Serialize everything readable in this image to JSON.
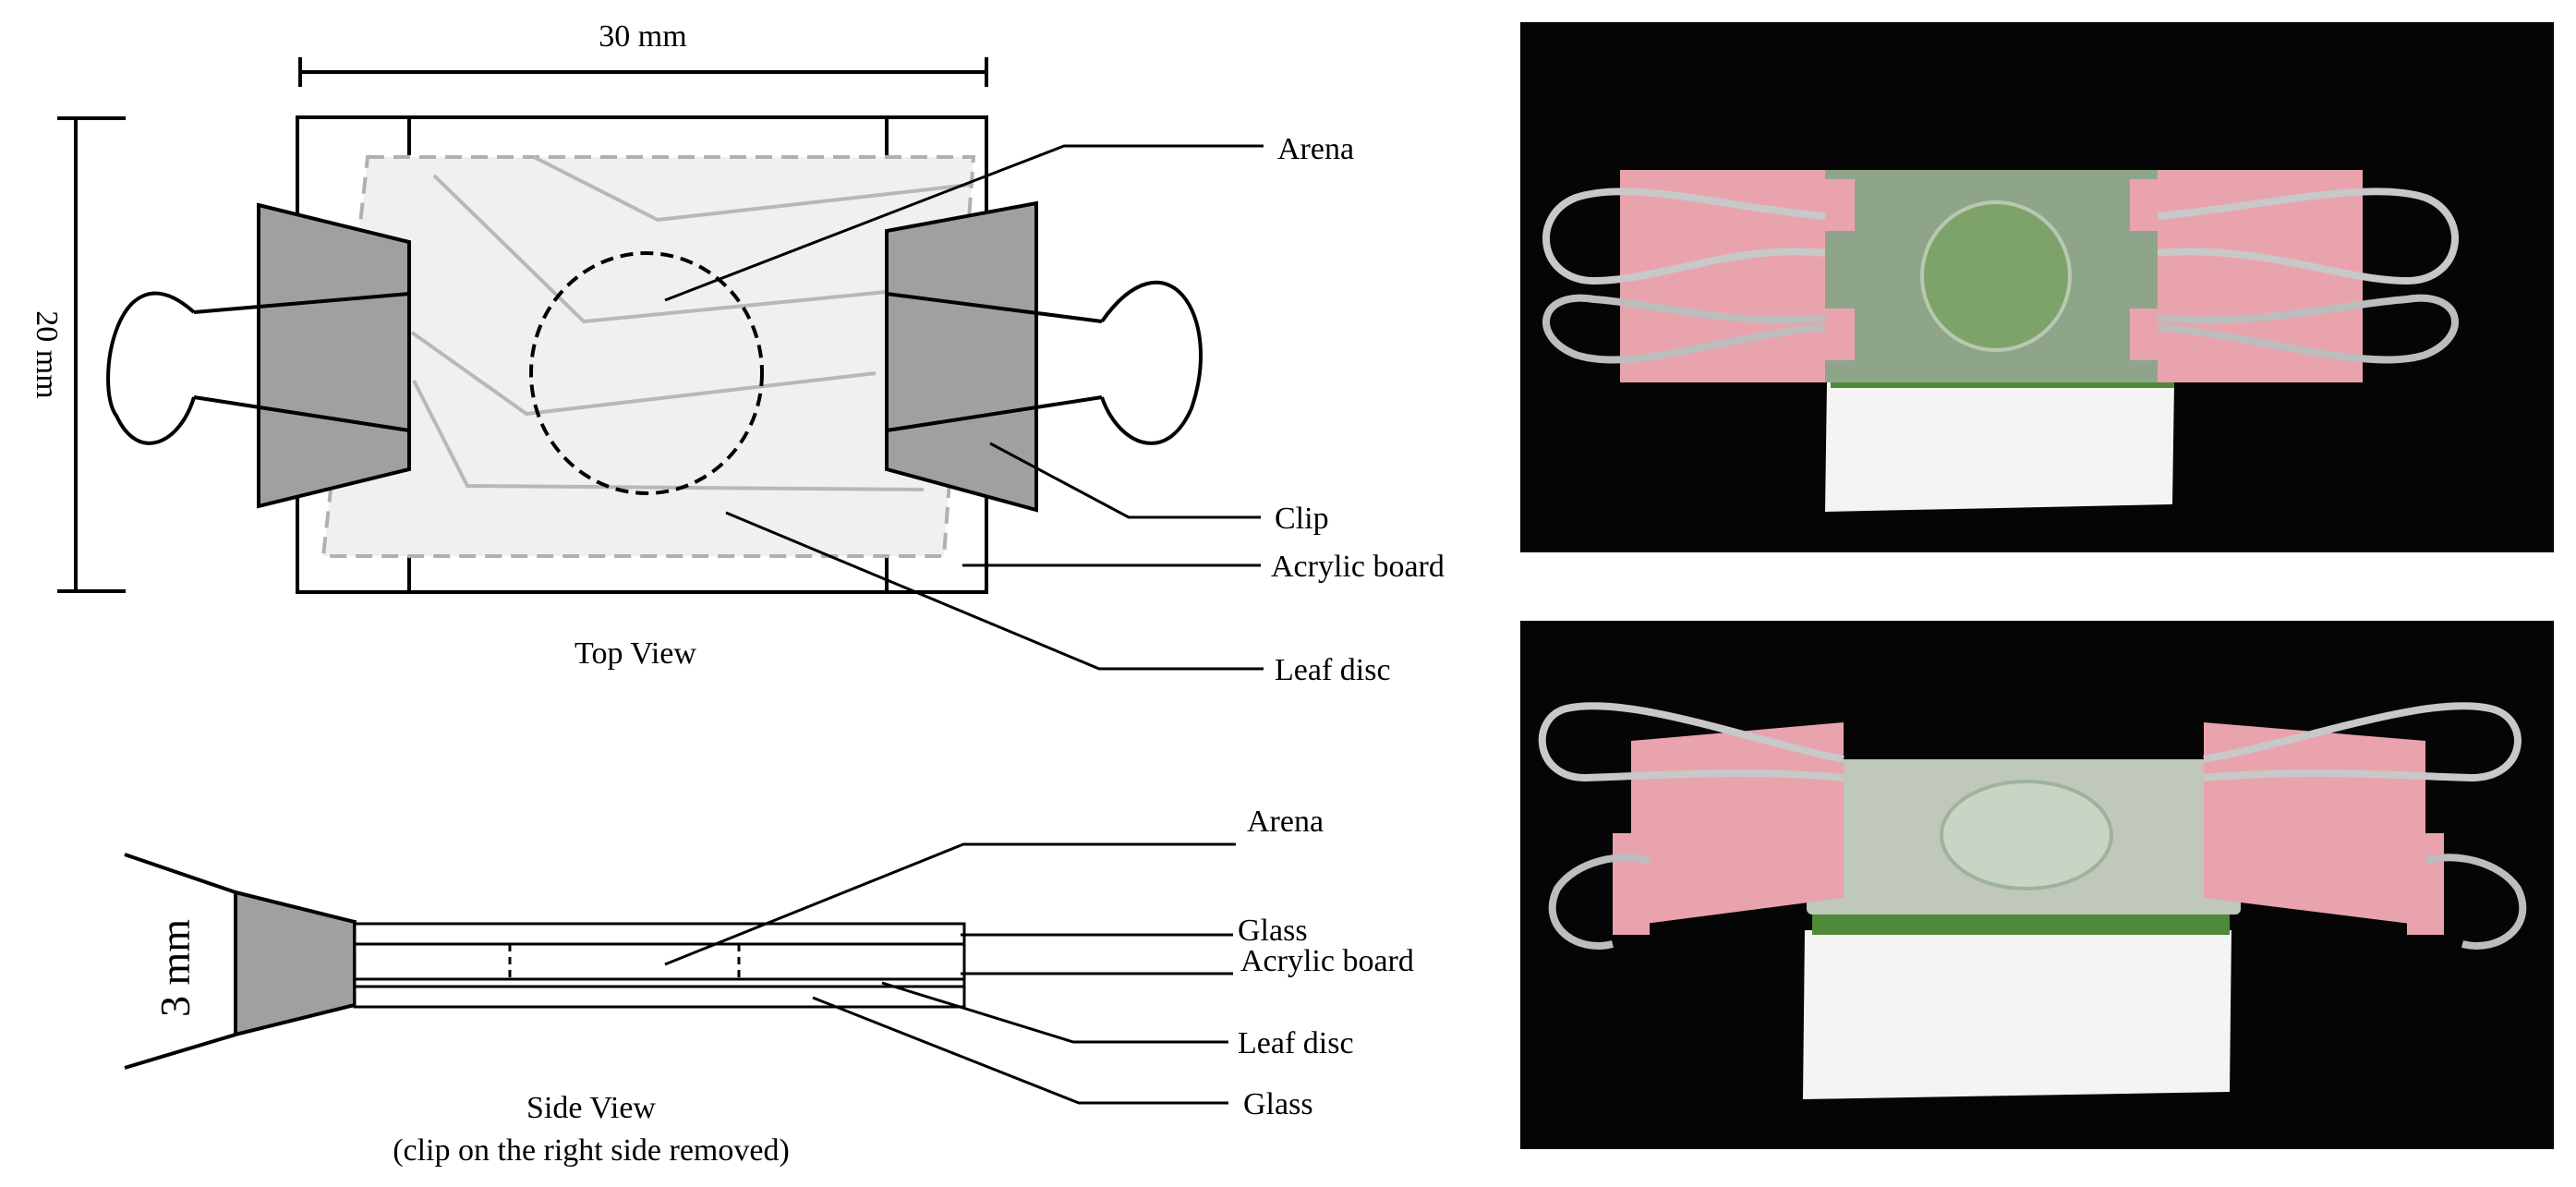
{
  "top_view": {
    "width_label": "30 mm",
    "height_label": "20 mm",
    "caption": "Top View",
    "labels": {
      "arena": "Arena",
      "clip": "Clip",
      "acrylic_board": "Acrylic board",
      "leaf_disc": "Leaf disc"
    }
  },
  "side_view": {
    "thickness_label": "3 mm",
    "caption_line1": "Side View",
    "caption_line2": "(clip on the right side removed)",
    "labels": {
      "arena": "Arena",
      "glass_top": "Glass",
      "acrylic_board": "Acrylic board",
      "leaf_disc": "Leaf disc",
      "glass_bottom": "Glass"
    }
  },
  "colors": {
    "clip_fill": "#a0a0a0",
    "leaf_fill": "#f0f0f0",
    "leaf_dash": "#b0b0b0",
    "photo_background": "#000000",
    "binder_clip_pink": "#e9a3ad",
    "leaf_green": "#7ea36a"
  }
}
